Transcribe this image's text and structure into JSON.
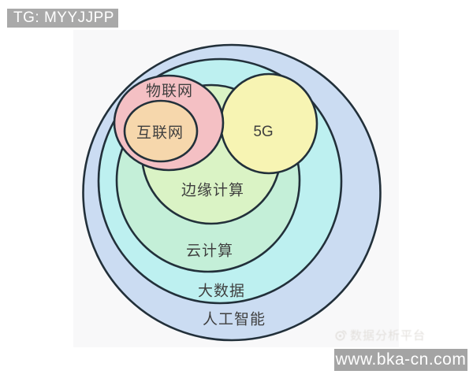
{
  "banner": {
    "label": "TG: MYYJJPP",
    "bg": "#a9a9a9"
  },
  "diagram": {
    "type": "nested-euler-diagram",
    "outline_color": "#22303a",
    "circles": [
      {
        "id": "ai",
        "label": "人工智能",
        "fill": "#cbdcf2"
      },
      {
        "id": "big-data",
        "label": "大数据",
        "fill": "#bdf0f0"
      },
      {
        "id": "cloud",
        "label": "云计算",
        "fill": "#c4efd8"
      },
      {
        "id": "edge",
        "label": "边缘计算",
        "fill": "#daf3c5"
      },
      {
        "id": "five-g",
        "label": "5G",
        "fill": "#f7f4b3"
      },
      {
        "id": "iot",
        "label": "物联网",
        "fill": "#f4c0c4"
      },
      {
        "id": "internet",
        "label": "互联网",
        "fill": "#f6d7ac"
      }
    ],
    "hierarchy": [
      "人工智能 ⊃ 大数据 ⊃ 云计算 ⊃ 边缘计算",
      "物联网 ⊃ 互联网",
      "5G 与 物联网 重叠，覆盖在 边缘计算 / 云计算 之上"
    ]
  },
  "watermark": {
    "icon": "weibo-icon",
    "text": "数据分析平台"
  },
  "footer": {
    "url": "www.bka-cn.com",
    "bg": "#a4a4a4"
  }
}
